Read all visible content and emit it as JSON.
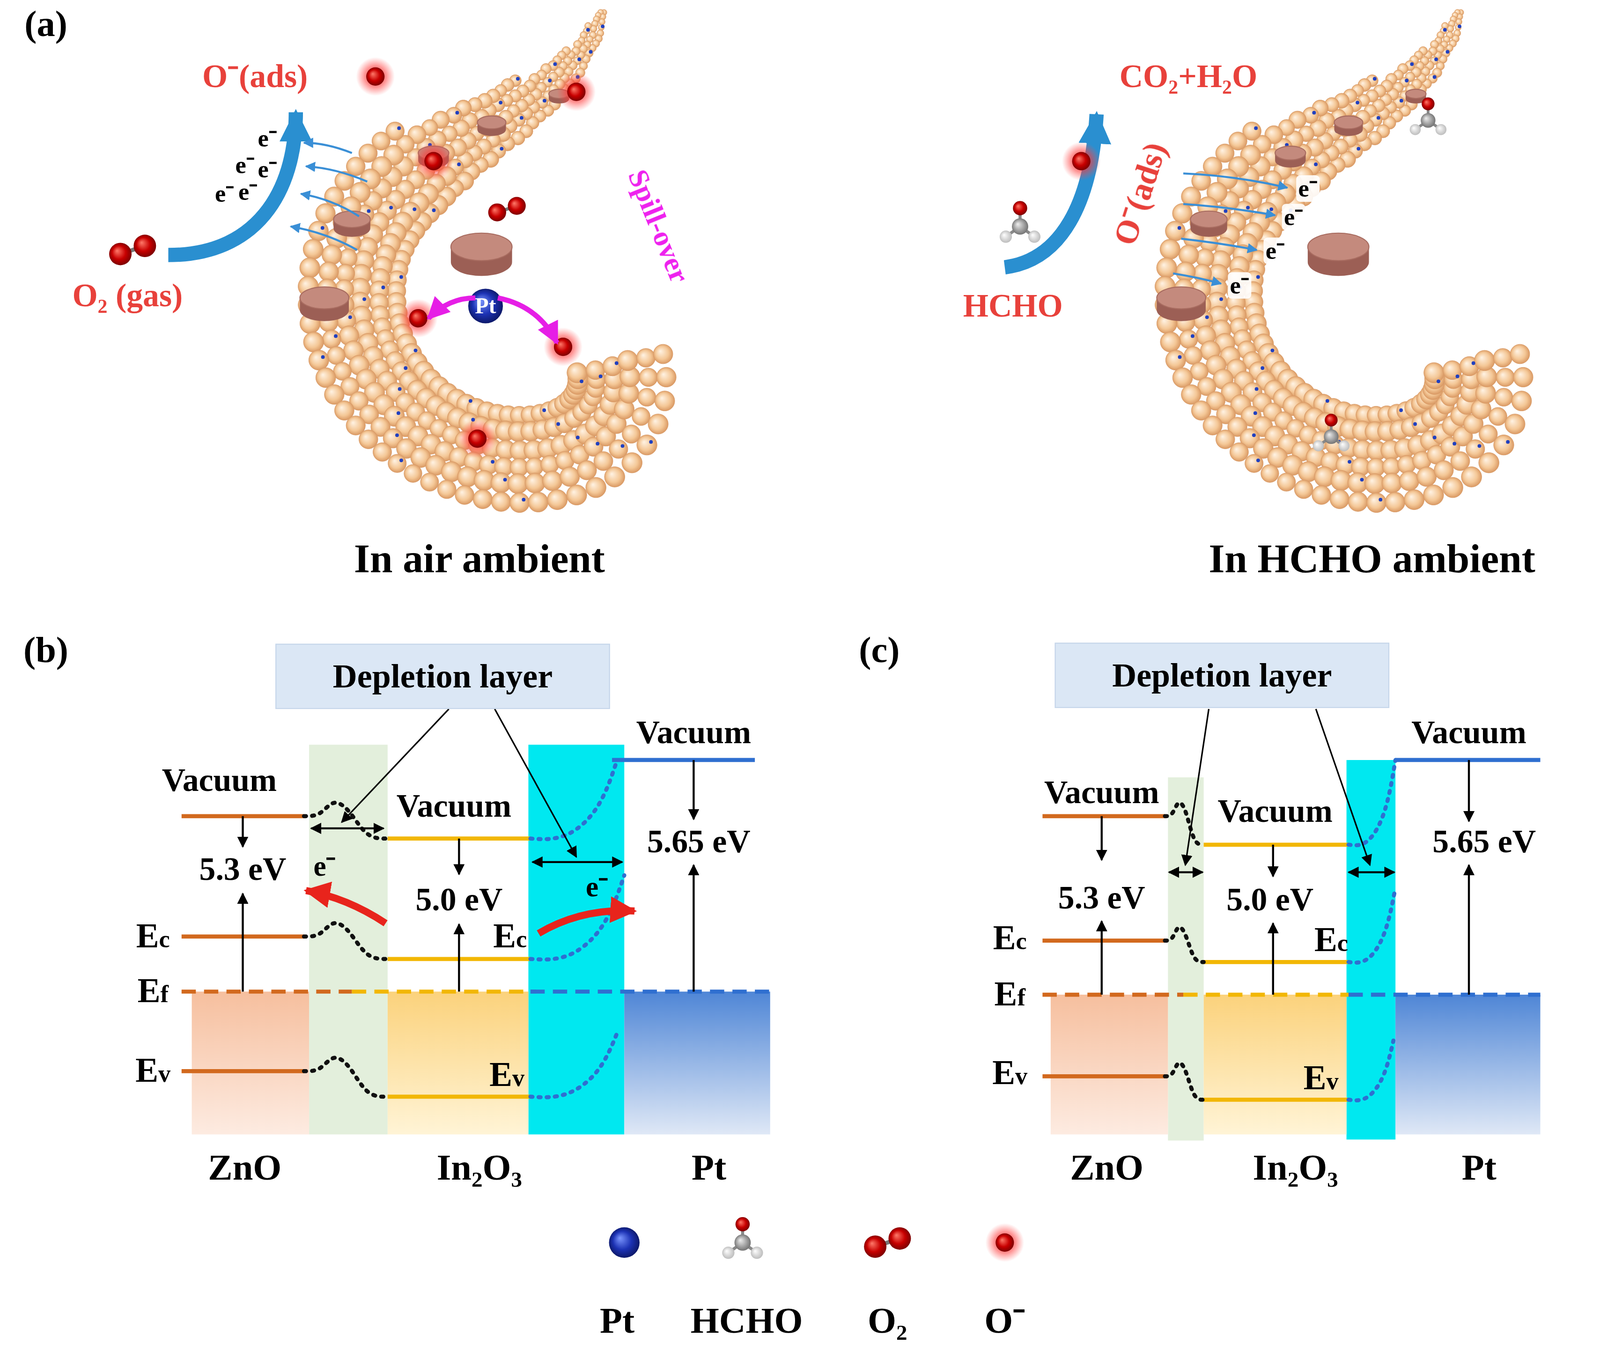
{
  "diagram": {
    "nodes": [
      {
        "text": [
          "Depletion layer"
        ]
      },
      {
        "text": [
          "Depletion layer"
        ]
      }
    ],
    "labels": [
      "(a)",
      "O⁻(ads)",
      "e⁻",
      "e⁻",
      "e⁻",
      "e⁻",
      "e⁻",
      "O₂ (gas)",
      "Pt",
      "Spill-over",
      "CO₂+H₂O",
      "O⁻(ads)",
      "e⁻",
      "e⁻",
      "e⁻",
      "e⁻",
      "HCHO",
      "In air ambient",
      "In HCHO ambient",
      "(b)",
      "Vacuum",
      "Vacuum",
      "Vacuum",
      "5.3 eV",
      "5.0 eV",
      "5.65 eV",
      "Ec",
      "Ef",
      "Ev",
      "Ec",
      "Ev",
      "e⁻",
      "e⁻",
      "ZnO",
      "In₂O₃",
      "Pt",
      "(c)",
      "Vacuum",
      "Vacuum",
      "Vacuum",
      "5.3 eV",
      "5.0 eV",
      "5.65 eV",
      "Ec",
      "Ef",
      "Ev",
      "Ec",
      "Ev",
      "ZnO",
      "In₂O₃",
      "Pt"
    ],
    "legend": [
      {
        "text": "Pt"
      },
      {
        "text": "HCHO"
      },
      {
        "text": "O₂"
      },
      {
        "text": "O⁻"
      }
    ]
  }
}
